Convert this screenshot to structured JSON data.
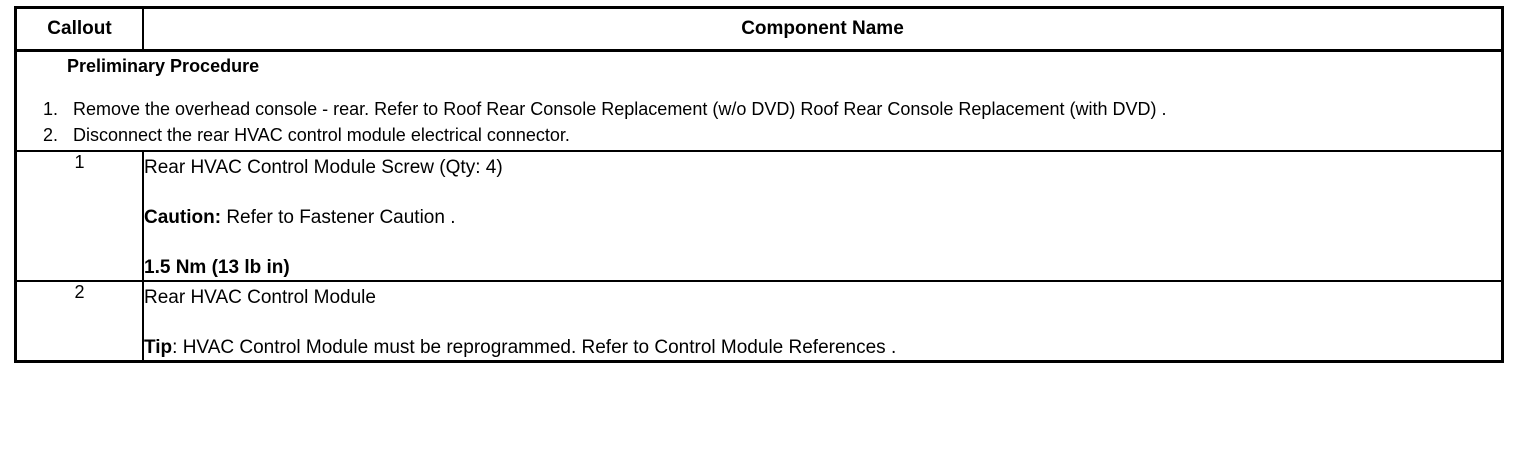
{
  "table": {
    "headers": {
      "callout": "Callout",
      "component_name": "Component Name"
    },
    "preliminary": {
      "title": "Preliminary Procedure",
      "steps": [
        "Remove the overhead console - rear. Refer to Roof Rear Console Replacement (w/o DVD) Roof Rear Console Replacement (with DVD) .",
        "Disconnect the rear HVAC control module electrical connector."
      ]
    },
    "rows": [
      {
        "callout": "1",
        "name": "Rear HVAC Control Module Screw (Qty: 4)",
        "caution_label": "Caution:",
        "caution_text": " Refer to Fastener Caution .",
        "torque": "1.5 Nm (13 lb in)"
      },
      {
        "callout": "2",
        "name": "Rear HVAC Control Module",
        "tip_label": "Tip",
        "tip_text": ": HVAC Control Module must be reprogrammed. Refer to Control Module References ."
      }
    ]
  }
}
